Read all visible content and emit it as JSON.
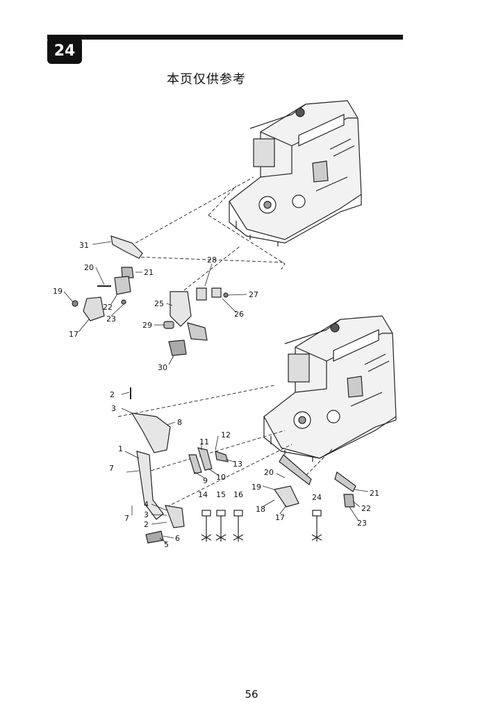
{
  "header": {
    "section_number": "24",
    "notice": "本页仅供参考"
  },
  "labels": {
    "l31": "31",
    "l20a": "20",
    "l21a": "21",
    "l19a": "19",
    "l22a": "22",
    "l23a": "23",
    "l17a": "17",
    "l28": "28",
    "l27": "27",
    "l25": "25",
    "l26": "26",
    "l29": "29",
    "l30": "30",
    "l2a": "2",
    "l3a": "3",
    "l8": "8",
    "l1": "1",
    "l11": "11",
    "l12": "12",
    "l7a": "7",
    "l9": "9",
    "l10": "10",
    "l13": "13",
    "l4": "4",
    "l3b": "3",
    "l2b": "2",
    "l7b": "7",
    "l6": "6",
    "l5": "5",
    "l14": "14",
    "l15": "15",
    "l16": "16",
    "l24": "24",
    "l20b": "20",
    "l19b": "19",
    "l18": "18",
    "l17b": "17",
    "l21b": "21",
    "l22b": "22",
    "l23b": "23"
  },
  "footer": {
    "page_number": "56"
  }
}
